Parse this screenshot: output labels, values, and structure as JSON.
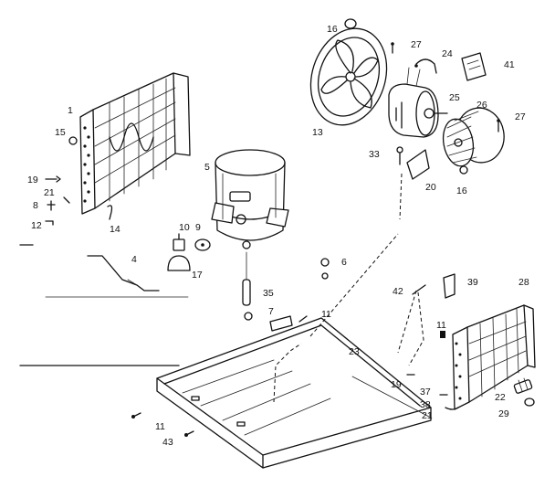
{
  "callouts": [
    {
      "label": "1",
      "part": "left-coil"
    },
    {
      "label": "4",
      "part": "rod"
    },
    {
      "label": "5",
      "part": "compressor"
    },
    {
      "label": "6",
      "part": "grommet"
    },
    {
      "label": "7",
      "part": "nut"
    },
    {
      "label": "8",
      "part": "screw"
    },
    {
      "label": "9",
      "part": "terminal"
    },
    {
      "label": "10",
      "part": "relay"
    },
    {
      "label": "11",
      "part": "screw"
    },
    {
      "label": "11",
      "part": "screw"
    },
    {
      "label": "11",
      "part": "screw"
    },
    {
      "label": "12",
      "part": "screw"
    },
    {
      "label": "13",
      "part": "fan-blade"
    },
    {
      "label": "14",
      "part": "clip"
    },
    {
      "label": "15",
      "part": "grommet"
    },
    {
      "label": "16",
      "part": "nut"
    },
    {
      "label": "16",
      "part": "nut"
    },
    {
      "label": "17",
      "part": "cap"
    },
    {
      "label": "19",
      "part": "clip"
    },
    {
      "label": "19",
      "part": "clip"
    },
    {
      "label": "20",
      "part": "bracket"
    },
    {
      "label": "21",
      "part": "screw"
    },
    {
      "label": "21",
      "part": "screw"
    },
    {
      "label": "22",
      "part": "connector"
    },
    {
      "label": "23",
      "part": "base-pan"
    },
    {
      "label": "24",
      "part": "clamp"
    },
    {
      "label": "25",
      "part": "motor"
    },
    {
      "label": "26",
      "part": "blower-wheel"
    },
    {
      "label": "27",
      "part": "screw"
    },
    {
      "label": "27",
      "part": "screw"
    },
    {
      "label": "28",
      "part": "right-coil"
    },
    {
      "label": "29",
      "part": "cap"
    },
    {
      "label": "33",
      "part": "screw"
    },
    {
      "label": "35",
      "part": "tube"
    },
    {
      "label": "37",
      "part": "washer"
    },
    {
      "label": "38",
      "part": "clip"
    },
    {
      "label": "39",
      "part": "bracket"
    },
    {
      "label": "41",
      "part": "cover"
    },
    {
      "label": "42",
      "part": "clip"
    },
    {
      "label": "43",
      "part": "screw"
    }
  ]
}
